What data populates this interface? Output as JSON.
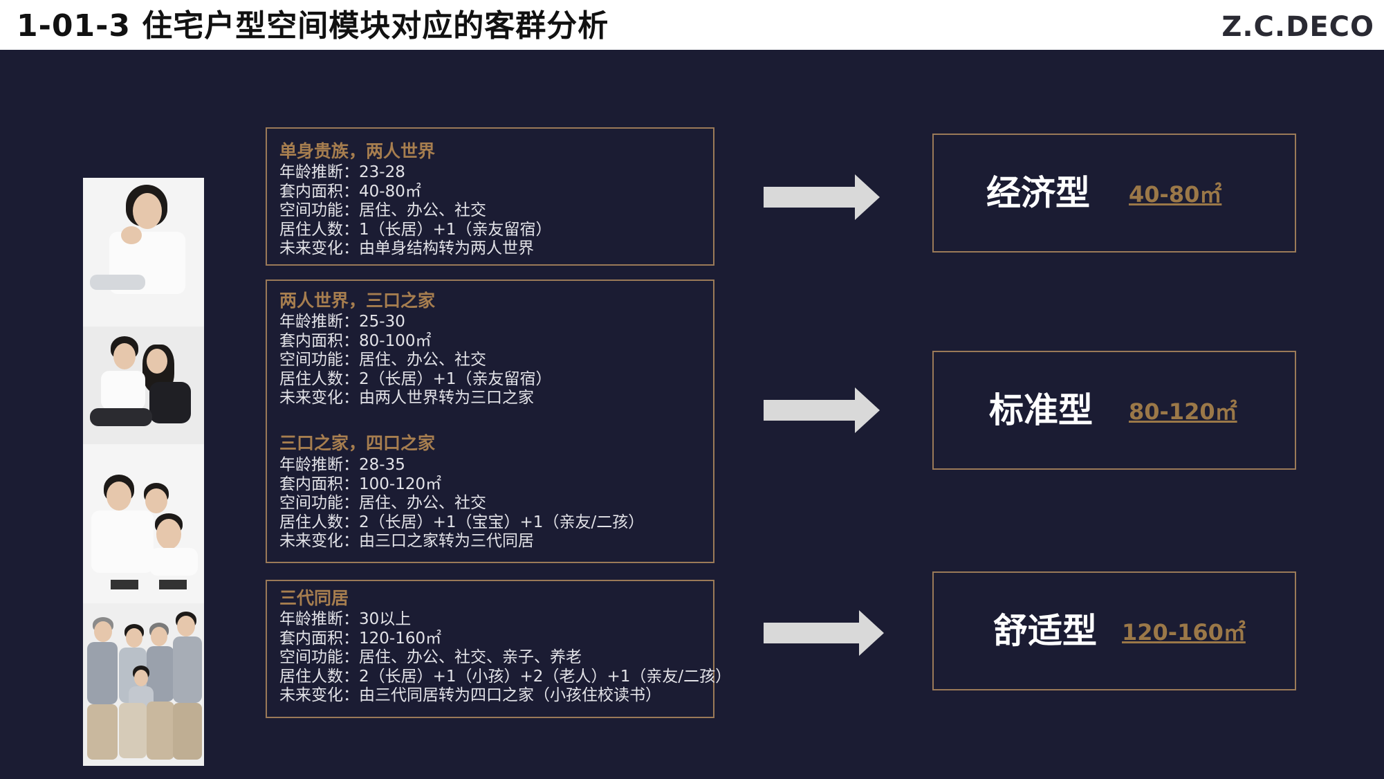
{
  "header": {
    "title": "1-01-3 住宅户型空间模块对应的客群分析",
    "brand": "Z.C.DECO"
  },
  "groups": [
    {
      "heading": "单身贵族，两人世界",
      "lines": [
        "年龄推断：23-28",
        "套内面积：40-80㎡",
        "空间功能：居住、办公、社交",
        "居住人数：1（长居）+1（亲友留宿）",
        "未来变化：由单身结构转为两人世界"
      ]
    },
    {
      "heading": "两人世界，三口之家",
      "lines": [
        "年龄推断：25-30",
        "套内面积：80-100㎡",
        "空间功能：居住、办公、社交",
        "居住人数：2（长居）+1（亲友留宿）",
        "未来变化：由两人世界转为三口之家"
      ]
    },
    {
      "heading": "三口之家，四口之家",
      "lines": [
        "年龄推断：28-35",
        "套内面积：100-120㎡",
        "空间功能：居住、办公、社交",
        "居住人数：2（长居）+1（宝宝）+1（亲友/二孩）",
        "未来变化：由三口之家转为三代同居"
      ]
    },
    {
      "heading": "三代同居",
      "lines": [
        "年龄推断：30以上",
        "套内面积：120-160㎡",
        "空间功能：居住、办公、社交、亲子、养老",
        "居住人数：2（长居）+1（小孩）+2（老人）+1（亲友/二孩）",
        "未来变化：由三代同居转为四口之家（小孩住校读书）"
      ]
    }
  ],
  "types": [
    {
      "name": "经济型",
      "area": "40-80㎡"
    },
    {
      "name": "标准型",
      "area": "80-120㎡"
    },
    {
      "name": "舒适型",
      "area": "120-160㎡"
    }
  ],
  "colors": {
    "panel_bg": "#1b1c33",
    "accent_gold": "#a77e4f",
    "border_gold": "#9b7a58",
    "arrow_grey": "#d9d9d9"
  },
  "icons": {
    "arrow": "arrow-right-icon"
  }
}
